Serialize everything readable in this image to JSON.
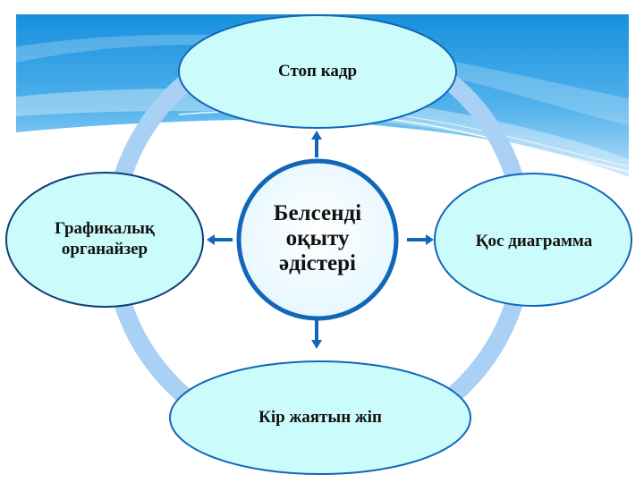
{
  "diagram": {
    "center": {
      "label": "Белсенді оқыту әдістері"
    },
    "nodes": {
      "top": "Стоп кадр",
      "left": "Графикалық органайзер",
      "right": "Қос диаграмма",
      "bottom": "Кір жаятын жіп"
    }
  },
  "colors": {
    "header_blue": "#1a8fdc",
    "ring": "#a9d0f5",
    "node_fill": "#ccfbfb",
    "node_stroke": "#1266b8",
    "center_stroke": "#1266b8",
    "arrow": "#1266b8"
  }
}
